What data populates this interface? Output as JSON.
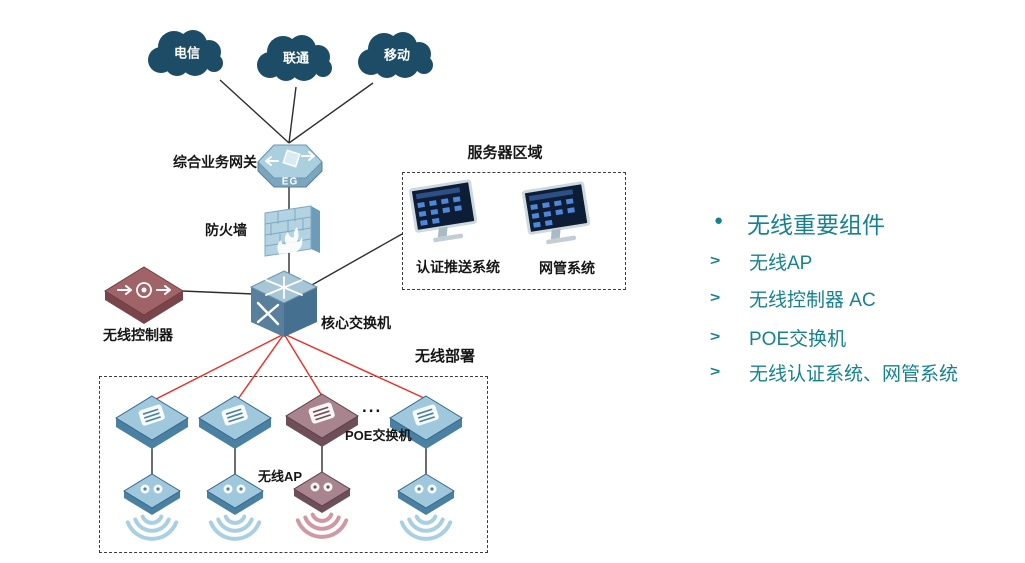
{
  "diagram": {
    "clouds": [
      {
        "label": "电信"
      },
      {
        "label": "联通"
      },
      {
        "label": "移动"
      }
    ],
    "gateway": {
      "label": "综合业务网关",
      "badge": "EG"
    },
    "firewall": {
      "label": "防火墙"
    },
    "controller": {
      "label": "无线控制器"
    },
    "core_switch": {
      "label": "核心交换机"
    },
    "server_area": {
      "title": "服务器区域",
      "servers": [
        {
          "label": "认证推送系统"
        },
        {
          "label": "网管系统"
        }
      ]
    },
    "deployment": {
      "title": "无线部署",
      "poe_label": "POE交换机",
      "ap_label": "无线AP",
      "ellipsis": "..."
    }
  },
  "panel": {
    "bullet": "●",
    "title": "无线重要组件",
    "items": [
      {
        "marker": ">",
        "label": "无线AP"
      },
      {
        "marker": ">",
        "label": "无线控制器 AC"
      },
      {
        "marker": ">",
        "label": "POE交换机"
      },
      {
        "marker": ">",
        "label": "无线认证系统、网管系统"
      }
    ]
  },
  "colors": {
    "cloud": "#1D4D66",
    "teal_text": "#16828F",
    "red_link": "#EE2B22",
    "device_blue": "#9FC8DC",
    "device_maroon": "#A8848E"
  }
}
